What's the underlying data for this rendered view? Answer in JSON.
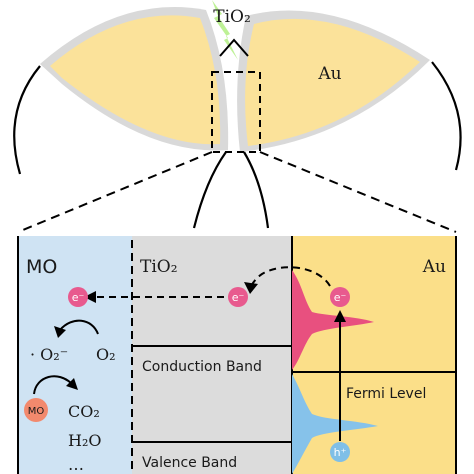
{
  "top": {
    "tio2_label": "TiO₂",
    "au_label": "Au"
  },
  "panel": {
    "mo_header": "MO",
    "tio2_header": "TiO₂",
    "au_header": "Au",
    "conduction_band": "Conduction Band",
    "valence_band": "Valence Band",
    "fermi_level": "Fermi Level",
    "electron": "e⁻",
    "hole": "h⁺",
    "superoxide": "· O₂⁻",
    "oxygen": "O₂",
    "mo_molecule": "MO",
    "co2": "CO₂",
    "h2o": "H₂O",
    "ellipsis": "…"
  },
  "colors": {
    "mo_region": "#cfe3f3",
    "tio2_region": "#dcdcdc",
    "au_region": "#fbdf89",
    "electron": "#e85a8e",
    "hole": "#7fbfe7",
    "mo_molecule": "#f2896d",
    "cb_dos": "#e8507f",
    "vb_dos": "#86c2ea",
    "shell": "#d9d9d9",
    "au_fill": "#fbe29a",
    "lightning": "#b6f08a"
  }
}
